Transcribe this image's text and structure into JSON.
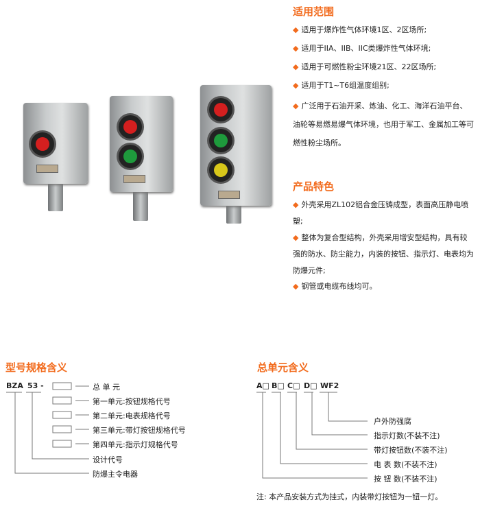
{
  "scope": {
    "title": "适用范围",
    "items": [
      "适用于爆炸性气体环境1区、2区场所;",
      "适用于IIA、IIB、IIC类爆炸性气体环境;",
      "适用于可燃性粉尘环境21区、22区场所;",
      "适用于T1~T6组温度组别;",
      "广泛用于石油开采、炼油、化工、海洋石油平台、油轮等易燃易爆气体环境，也用于军工、金属加工等可燃性粉尘场所。"
    ]
  },
  "features": {
    "title": "产品特色",
    "items": [
      "外壳采用ZL102铝合金压铸成型，表面高压静电喷塑;",
      "整体为复合型结构，外壳采用增安型结构，具有较强的防水、防尘能力，内装的按钮、指示灯、电表均为防爆元件;",
      "钢管或电缆布线均可。"
    ]
  },
  "model": {
    "title": "型号规格含义",
    "code_a": "BZA",
    "code_b": "53 -",
    "labels": [
      "总 单 元",
      "第一单元:按钮规格代号",
      "第二单元:电表规格代号",
      "第三单元:带灯按钮规格代号",
      "第四单元:指示灯规格代号",
      "设计代号",
      "防爆主令电器"
    ]
  },
  "unit": {
    "title": "总单元含义",
    "codes": [
      "A□",
      "B□",
      "C□",
      "D□",
      "WF2"
    ],
    "labels": [
      "户外防强腐",
      "指示灯数(不装不注)",
      "带灯按钮数(不装不注)",
      "电 表 数(不装不注)",
      "按 钮 数(不装不注)"
    ],
    "note": "注: 本产品安装方式为挂式，内装带灯按钮为一钮一灯。"
  },
  "colors": {
    "accent": "#f26b1d"
  }
}
